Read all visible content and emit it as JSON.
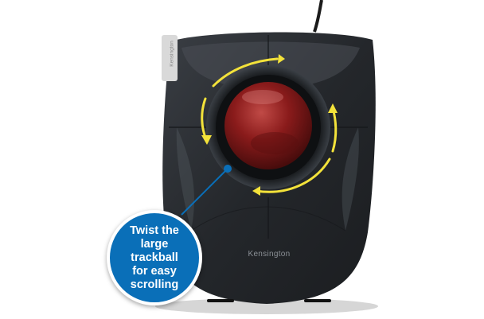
{
  "callout": {
    "lines": [
      "Twist the",
      "large trackball",
      "for easy",
      "scrolling"
    ]
  },
  "device": {
    "brand_label": "Kensington",
    "side_tag_label": "Kensington"
  },
  "colors": {
    "callout_blue": "#0a6fb8",
    "arrow_yellow": "#f3e23a",
    "ball_red": "#8a1b1b",
    "body_dark": "#2b2e33"
  }
}
